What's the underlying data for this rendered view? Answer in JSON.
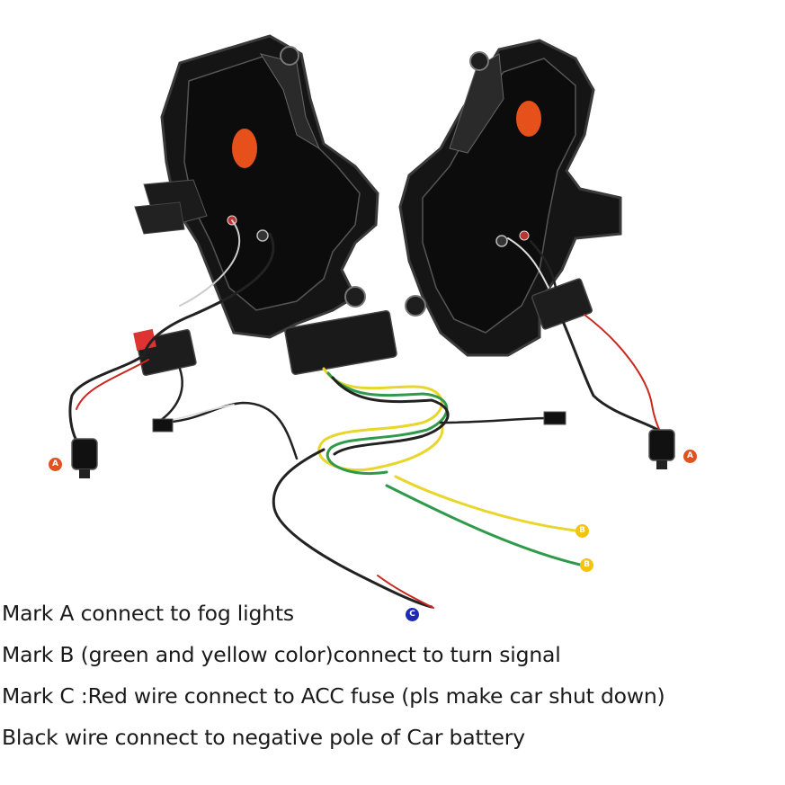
{
  "markers": {
    "a_left": "A",
    "a_right": "A",
    "b_top": "B",
    "b_bottom": "B",
    "c": "C"
  },
  "colors": {
    "mark_a": "#e0521f",
    "mark_b": "#f2c40f",
    "mark_c": "#1f2bb5",
    "wire_yellow": "#e8d62a",
    "wire_green": "#2f9a4a",
    "wire_red": "#c8281e",
    "amber_reflector": "#e6501a"
  },
  "captions": [
    "Mark A connect to fog lights",
    "Mark B (green and yellow color)connect to turn signal",
    "Mark C :Red wire connect to ACC fuse  (pls make car shut down)",
    "Black wire connect to negative pole of Car battery"
  ]
}
